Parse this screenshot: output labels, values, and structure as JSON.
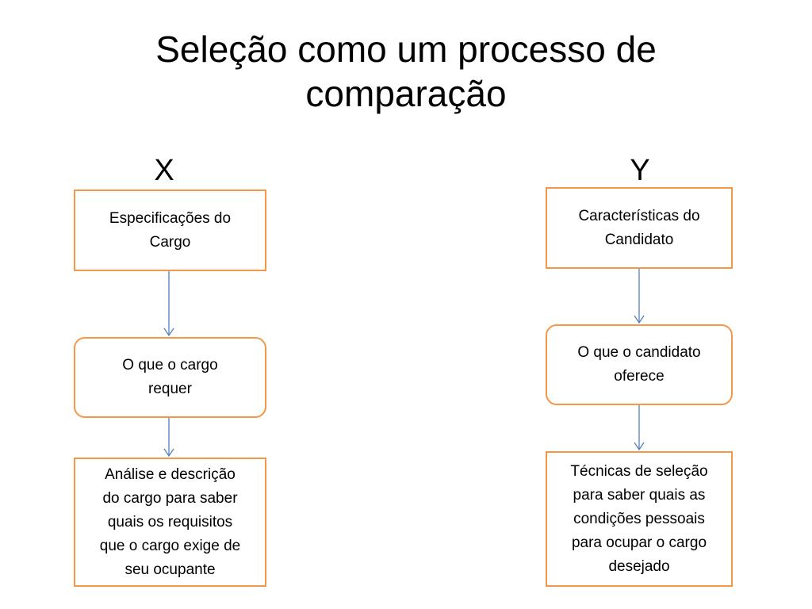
{
  "slide": {
    "title": "Seleção como um processo de\ncomparação"
  },
  "columns": {
    "left": {
      "label": "X",
      "box1": "Especificações do\nCargo",
      "box2": "O que o cargo\nrequer",
      "box3": "Análise e descrição\ndo cargo para saber\nquais os requisitos\nque o cargo exige de\nseu ocupante"
    },
    "right": {
      "label": "Y",
      "box1": "Características do\nCandidato",
      "box2": "O que o candidato\noferece",
      "box3": "Técnicas de seleção\npara saber quais as\ncondições pessoais\npara ocupar o cargo\ndesejado"
    }
  },
  "colors": {
    "box_border": "#f79646",
    "arrow": "#4f81bd"
  }
}
